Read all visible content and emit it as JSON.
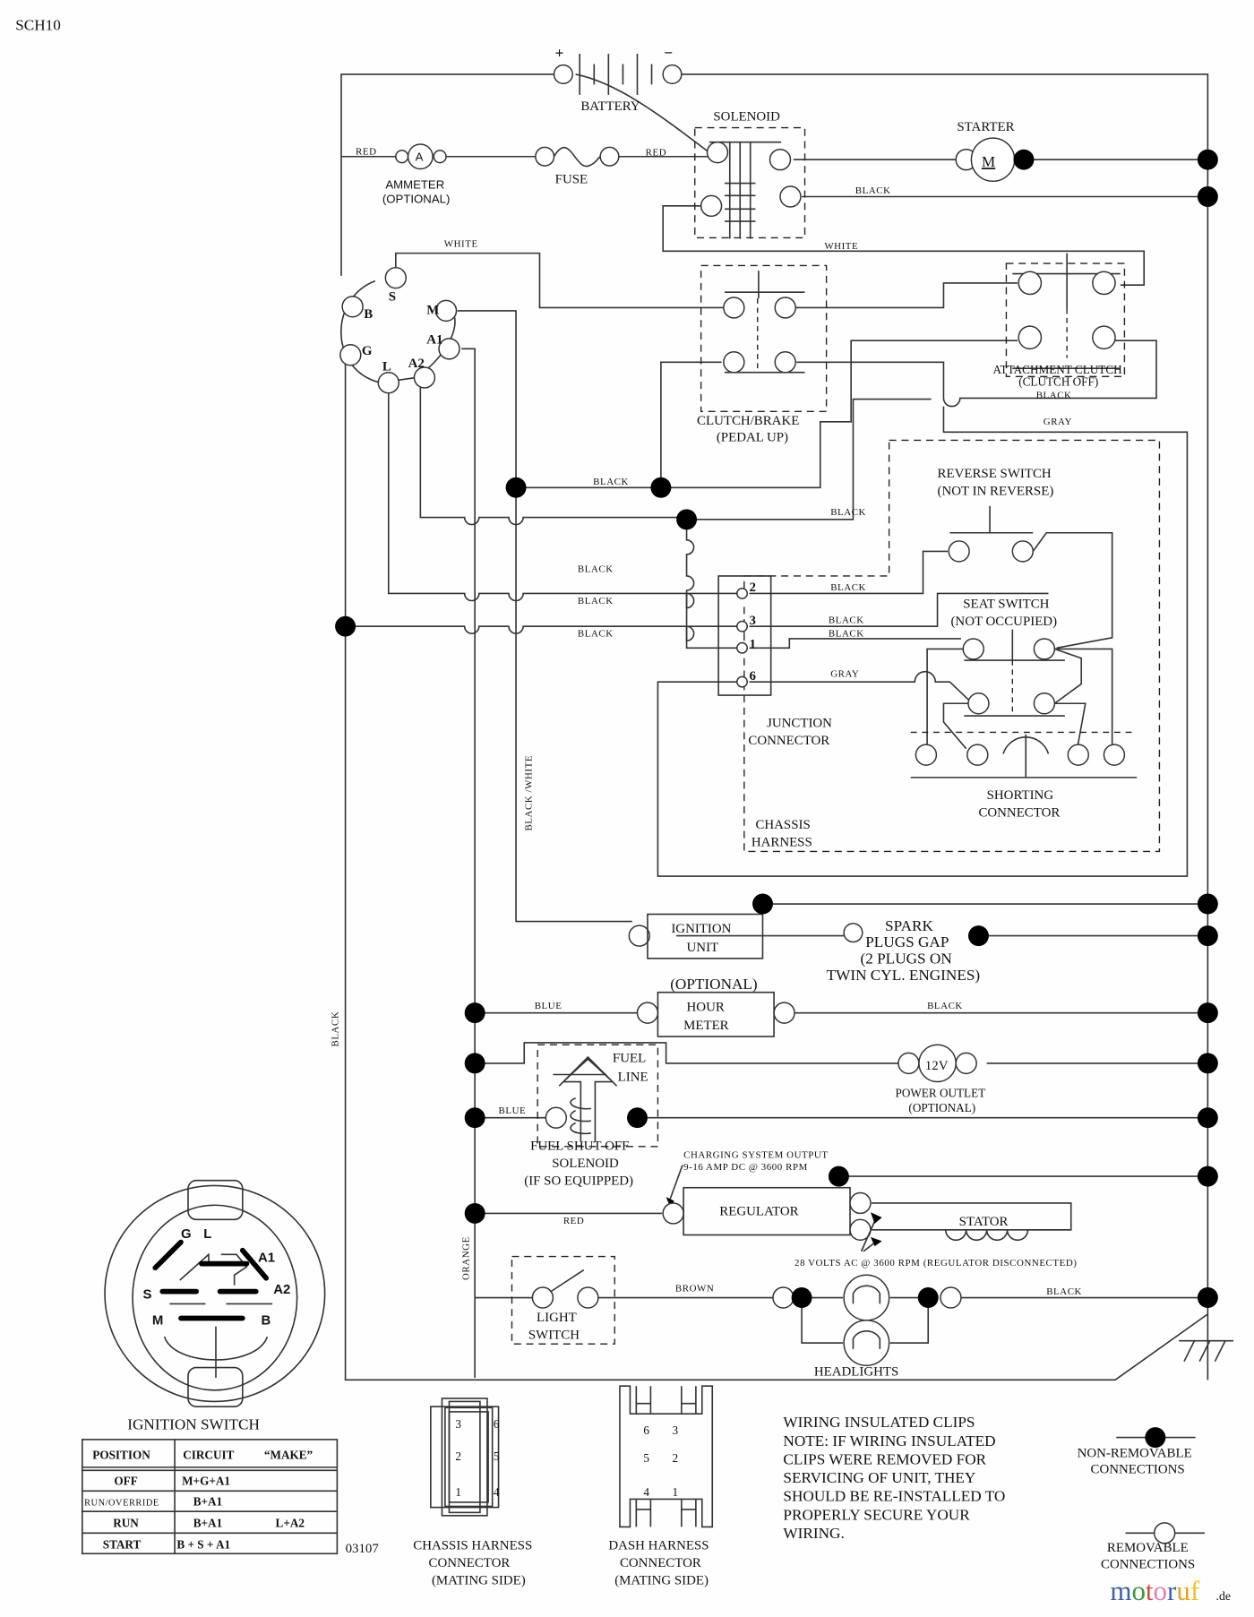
{
  "document": {
    "code": "SCH10",
    "drawing_number": "03107",
    "watermark": {
      "text": "motoruf",
      "suffix": ".de"
    }
  },
  "components": {
    "battery": {
      "label": "BATTERY",
      "plus": "+",
      "minus": "−"
    },
    "solenoid": {
      "label": "SOLENOID"
    },
    "starter": {
      "label": "STARTER",
      "symbol": "M"
    },
    "ammeter": {
      "label": "AMMETER",
      "sub": "(OPTIONAL)",
      "symbol": "A"
    },
    "fuse": {
      "label": "FUSE"
    },
    "clutch_brake": {
      "label": "CLUTCH/BRAKE",
      "sub": "(PEDAL UP)"
    },
    "attachment_clutch": {
      "label": "ATTACHMENT CLUTCH",
      "sub": "(CLUTCH OFF)"
    },
    "reverse_switch": {
      "label": "REVERSE SWITCH",
      "sub": "(NOT IN REVERSE)"
    },
    "seat_switch": {
      "label": "SEAT SWITCH",
      "sub": "(NOT OCCUPIED)"
    },
    "junction_connector": {
      "label": "JUNCTION",
      "sub": "CONNECTOR",
      "pins": [
        "2",
        "3",
        "1",
        "6"
      ]
    },
    "shorting_connector": {
      "label": "SHORTING",
      "sub": "CONNECTOR"
    },
    "chassis_harness": {
      "label": "CHASSIS",
      "sub": "HARNESS"
    },
    "ignition_unit": {
      "label": "IGNITION",
      "sub": "UNIT"
    },
    "spark_plugs": {
      "lines": [
        "SPARK",
        "PLUGS GAP",
        "(2 PLUGS ON",
        "TWIN CYL. ENGINES)"
      ]
    },
    "hour_meter": {
      "optional": "(OPTIONAL)",
      "label": "HOUR",
      "sub": "METER"
    },
    "fuel_solenoid": {
      "fuel_line": [
        "FUEL",
        "LINE"
      ],
      "lines": [
        "FUEL SHUT-OFF",
        "SOLENOID",
        "(IF SO EQUIPPED)"
      ]
    },
    "power_outlet": {
      "symbol": "12V",
      "label": "POWER OUTLET",
      "sub": "(OPTIONAL)"
    },
    "charging_note": {
      "lines": [
        "CHARGING SYSTEM OUTPUT",
        "9-16 AMP DC @ 3600 RPM"
      ]
    },
    "regulator": {
      "label": "REGULATOR"
    },
    "stator": {
      "label": "STATOR",
      "note": "28 VOLTS AC @ 3600 RPM (REGULATOR DISCONNECTED)"
    },
    "light_switch": {
      "label": "LIGHT",
      "sub": "SWITCH"
    },
    "headlights": {
      "label": "HEADLIGHTS"
    },
    "ignition_switch_terminals": [
      "B",
      "S",
      "M",
      "A1",
      "A2",
      "L",
      "G"
    ]
  },
  "wires": {
    "red": "RED",
    "black": "BLACK",
    "white": "WHITE",
    "gray": "GRAY",
    "blue": "BLUE",
    "brown": "BROWN",
    "orange": "ORANGE",
    "black_white": "BLACK /WHITE"
  },
  "ignition_switch": {
    "title": "IGNITION SWITCH",
    "face_labels": [
      "G",
      "L",
      "A1",
      "A2",
      "S",
      "M",
      "B"
    ],
    "table": {
      "headers": [
        "POSITION",
        "CIRCUIT",
        "“MAKE”"
      ],
      "rows": [
        {
          "position": "OFF",
          "circuit": "M+G+A1",
          "make": ""
        },
        {
          "position": "RUN/OVERRIDE",
          "circuit": "B+A1",
          "make": ""
        },
        {
          "position": "RUN",
          "circuit": "B+A1",
          "make": "L+A2"
        },
        {
          "position": "START",
          "circuit": "B + S + A1",
          "make": ""
        }
      ]
    }
  },
  "connectors": {
    "chassis": {
      "lines": [
        "CHASSIS HARNESS",
        "CONNECTOR",
        "(MATING SIDE)"
      ],
      "pins": [
        "3",
        "6",
        "2",
        "5",
        "1",
        "4"
      ]
    },
    "dash": {
      "lines": [
        "DASH HARNESS",
        "CONNECTOR",
        "(MATING SIDE)"
      ],
      "pins": [
        "6",
        "3",
        "5",
        "2",
        "4",
        "1"
      ]
    }
  },
  "note": {
    "title": "WIRING INSULATED CLIPS",
    "lines": [
      "NOTE:  IF WIRING INSULATED",
      "CLIPS WERE REMOVED FOR",
      "SERVICING OF UNIT, THEY",
      "SHOULD BE RE-INSTALLED TO",
      "PROPERLY SECURE YOUR",
      " WIRING."
    ]
  },
  "legend": {
    "non_removable": [
      "NON-REMOVABLE",
      "CONNECTIONS"
    ],
    "removable": [
      "REMOVABLE",
      "CONNECTIONS"
    ]
  },
  "colors": {
    "line": "#333333",
    "dot": "#000000",
    "background": "#fdfefd",
    "brand": [
      "#3b5fb0",
      "#3a9a3a",
      "#d9463b",
      "#e07fb0",
      "#3b5fb0",
      "#e8a020",
      "#f2c21a"
    ]
  }
}
